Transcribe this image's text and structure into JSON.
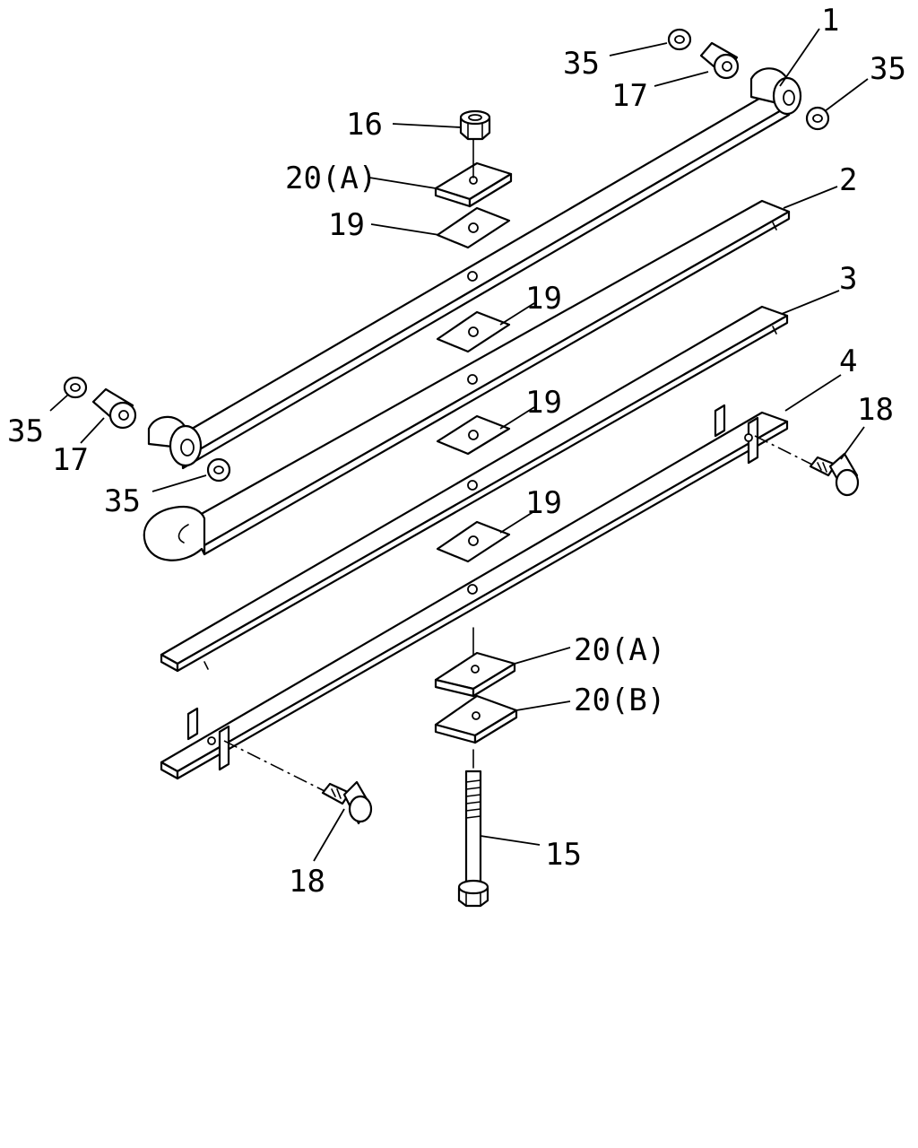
{
  "labels": {
    "leaf1": "1",
    "leaf2": "2",
    "leaf3": "3",
    "leaf4": "4",
    "collar_tr_left": "35",
    "collar_tr_right": "35",
    "bushing_tr": "17",
    "nut": "16",
    "plate_top": "20(A)",
    "shim_top": "19",
    "shim_2": "19",
    "shim_3": "19",
    "shim_4": "19",
    "collar_l_top": "35",
    "bushing_l": "17",
    "collar_l_bottom": "35",
    "bolt_right": "18",
    "bolt_left": "18",
    "plate_bottom_a": "20(A)",
    "plate_bottom_b": "20(B)",
    "center_bolt": "15"
  },
  "colors": {
    "line": "#000000",
    "background": "#ffffff"
  }
}
